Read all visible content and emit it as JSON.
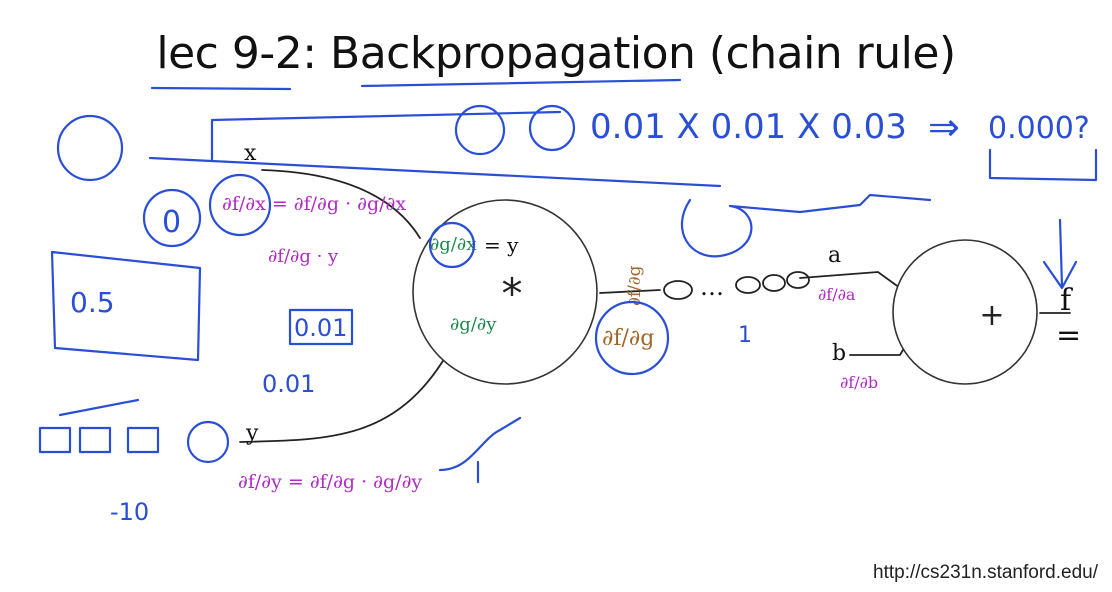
{
  "slide": {
    "title": "lec 9-2: Backpropagation (chain rule)",
    "source_url": "http://cs231n.stanford.edu/"
  },
  "gates": {
    "multiply_symbol": "*",
    "add_symbol": "+"
  },
  "inputs": {
    "x": "x",
    "y": "y",
    "a": "a",
    "b": "b",
    "f": "f"
  },
  "annotations": {
    "chain_product": "0.01 X 0.01 X 0.03",
    "implies": "⇒",
    "result": "0.000?",
    "dfdx_chain": "∂f/∂x = ∂f/∂g · ∂g/∂x",
    "dfdy_chain": "∂f/∂y = ∂f/∂g · ∂g/∂y",
    "dfdg_times_y": "∂f/∂g · y",
    "dgdx": "∂g/∂x",
    "equals_y": "= y",
    "dgdy": "∂g/∂y",
    "dfdg": "∂f/∂g",
    "dfda": "∂f/∂a",
    "dfdb": "∂f/∂b",
    "val_001": "0.01",
    "val_001_b": "0.01",
    "val_neg10": "-10",
    "val_zero": "0",
    "val_half": "0.5",
    "ellipsis": "…",
    "tick_one": "1"
  },
  "colors": {
    "ink_blue": "#2a4fd6",
    "ink_purple": "#b02bc4",
    "ink_brown": "#a0662a",
    "ink_green": "#1f8a4c",
    "ink_black": "#222222"
  }
}
